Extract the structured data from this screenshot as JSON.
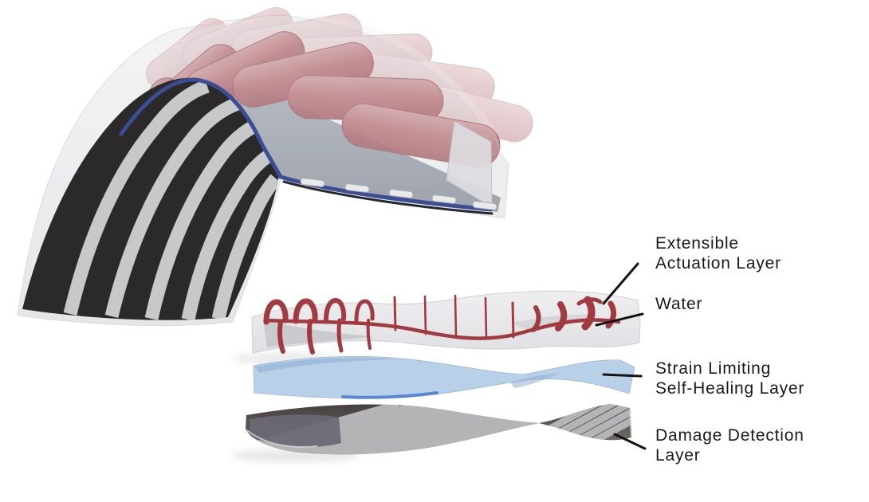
{
  "labels": {
    "extensible": {
      "line1": "Extensible",
      "line2": "Actuation Layer"
    },
    "water": {
      "line1": "Water",
      "line2": ""
    },
    "strain": {
      "line1": "Strain Limiting",
      "line2": "Self-Healing Layer"
    },
    "damage": {
      "line1": "Damage Detection",
      "line2": "Layer"
    }
  },
  "colors": {
    "background": "#ffffff",
    "label_text": "#1a1a1a",
    "leader_line": "#141414",
    "water_red": "#9e3138",
    "bladder_red": "#b05f66",
    "strain_layer_blue": "#b9d0e9",
    "strain_layer_blue_dark": "#8fafd2",
    "damage_layer_dark": "#57514e",
    "damage_layer_light": "#b4b4b6",
    "seal_blue": "#3c4c95",
    "membrane_gray": "#8a90a0",
    "shell_gray": "#e4e4e7",
    "band_black": "#2b292a",
    "band_stripe": "#c6c8ca"
  }
}
